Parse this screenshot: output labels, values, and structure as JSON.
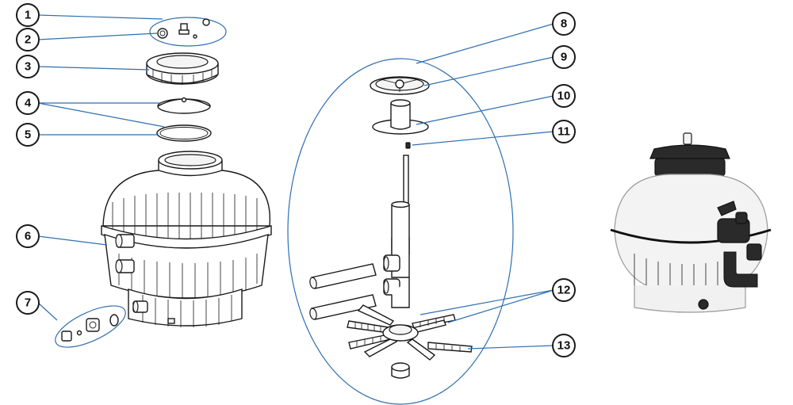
{
  "diagram": {
    "accent_color": "#2f6fb0",
    "callouts": [
      {
        "number": "1"
      },
      {
        "number": "2"
      },
      {
        "number": "3"
      },
      {
        "number": "4"
      },
      {
        "number": "5"
      },
      {
        "number": "6"
      },
      {
        "number": "7"
      },
      {
        "number": "8"
      },
      {
        "number": "9"
      },
      {
        "number": "10"
      },
      {
        "number": "11"
      },
      {
        "number": "12"
      },
      {
        "number": "13"
      }
    ]
  }
}
